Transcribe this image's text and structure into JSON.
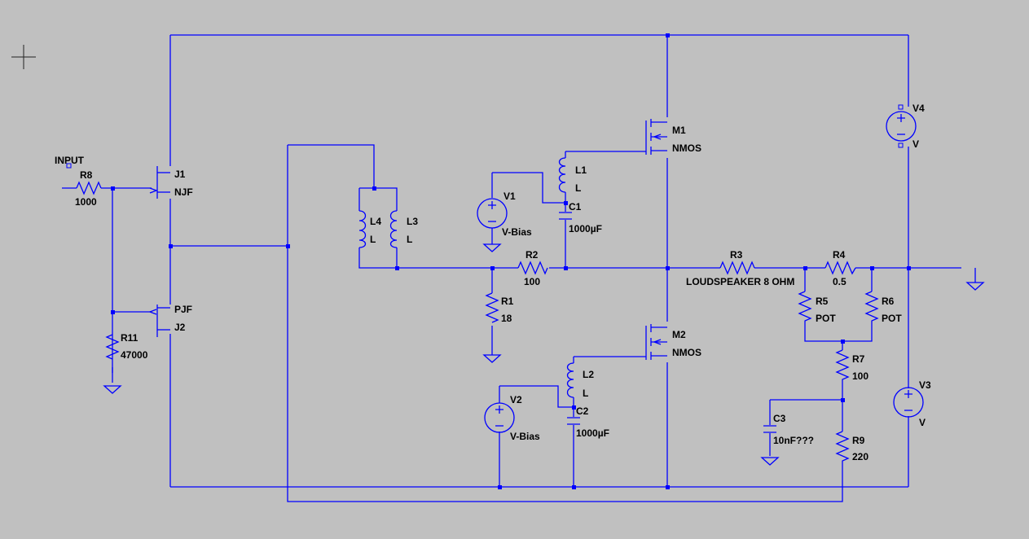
{
  "labels": {
    "input": "INPUT",
    "r8": {
      "name": "R8",
      "value": "1000"
    },
    "j1": {
      "name": "J1",
      "value": "NJF"
    },
    "j2": {
      "name": "J2",
      "value": "PJF"
    },
    "r11": {
      "name": "R11",
      "value": "47000"
    },
    "l4": {
      "name": "L4",
      "value": "L"
    },
    "l3": {
      "name": "L3",
      "value": "L"
    },
    "v1": {
      "name": "V1",
      "value": "V-Bias"
    },
    "l1": {
      "name": "L1",
      "value": "L"
    },
    "c1": {
      "name": "C1",
      "value": "1000µF"
    },
    "r2": {
      "name": "R2",
      "value": "100"
    },
    "r1": {
      "name": "R1",
      "value": "18"
    },
    "m1": {
      "name": "M1",
      "value": "NMOS"
    },
    "m2": {
      "name": "M2",
      "value": "NMOS"
    },
    "v2": {
      "name": "V2",
      "value": "V-Bias"
    },
    "l2": {
      "name": "L2",
      "value": "L"
    },
    "c2": {
      "name": "C2",
      "value": "1000µF"
    },
    "r3": {
      "name": "R3",
      "value": "LOUDSPEAKER 8 OHM"
    },
    "r4": {
      "name": "R4",
      "value": "0.5"
    },
    "r5": {
      "name": "R5",
      "value": "POT"
    },
    "r6": {
      "name": "R6",
      "value": "POT"
    },
    "r7": {
      "name": "R7",
      "value": "100"
    },
    "c3": {
      "name": "C3",
      "value": "10nF???"
    },
    "r9": {
      "name": "R9",
      "value": "220"
    },
    "v4": {
      "name": "V4",
      "value": "V"
    },
    "v3": {
      "name": "V3",
      "value": "V"
    }
  },
  "colors": {
    "background": "#c0c0c0",
    "wire": "#0000ff",
    "text": "#000000"
  },
  "icons": {
    "cursor": "crosshair-icon"
  }
}
